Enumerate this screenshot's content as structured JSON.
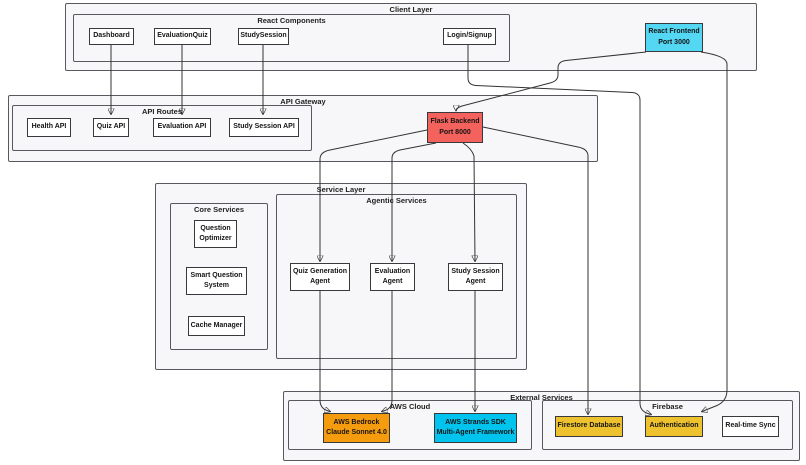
{
  "layers": {
    "client_layer": {
      "label": "Client Layer"
    },
    "react_components": {
      "label": "React Components"
    },
    "api_gateway": {
      "label": "API Gateway"
    },
    "api_routes": {
      "label": "API Routes"
    },
    "service_layer": {
      "label": "Service Layer"
    },
    "core_services": {
      "label": "Core Services"
    },
    "agentic_services": {
      "label": "Agentic Services"
    },
    "external_services": {
      "label": "External Services"
    },
    "aws_cloud": {
      "label": "AWS Cloud"
    },
    "firebase": {
      "label": "Firebase"
    }
  },
  "nodes": {
    "dashboard": {
      "label": "Dashboard"
    },
    "evaluation_quiz": {
      "label": "EvaluationQuiz"
    },
    "study_session": {
      "label": "StudySession"
    },
    "login_signup": {
      "label": "Login/Signup"
    },
    "react_frontend": {
      "line1": "React Frontend",
      "line2": "Port 3000"
    },
    "health_api": {
      "label": "Health API"
    },
    "quiz_api": {
      "label": "Quiz API"
    },
    "evaluation_api": {
      "label": "Evaluation API"
    },
    "study_session_api": {
      "label": "Study Session API"
    },
    "flask_backend": {
      "line1": "Flask Backend",
      "line2": "Port 8000"
    },
    "question_optimizer": {
      "line1": "Question",
      "line2": "Optimizer"
    },
    "smart_question_system": {
      "line1": "Smart Question",
      "line2": "System"
    },
    "cache_manager": {
      "label": "Cache Manager"
    },
    "quiz_generation_agent": {
      "line1": "Quiz Generation",
      "line2": "Agent"
    },
    "evaluation_agent": {
      "line1": "Evaluation",
      "line2": "Agent"
    },
    "study_session_agent": {
      "line1": "Study Session",
      "line2": "Agent"
    },
    "aws_bedrock": {
      "line1": "AWS Bedrock",
      "line2": "Claude Sonnet 4.0"
    },
    "aws_strands": {
      "line1": "AWS Strands SDK",
      "line2": "Multi-Agent Framework"
    },
    "firestore_database": {
      "label": "Firestore Database"
    },
    "authentication": {
      "label": "Authentication"
    },
    "realtime_sync": {
      "label": "Real-time Sync"
    }
  },
  "colors": {
    "react_frontend_fill": "#54d7f2",
    "flask_backend_fill": "#f4625d",
    "aws_bedrock_fill": "#f59b0e",
    "aws_strands_fill": "#00c4ee",
    "firebase_node_fill": "#eec22e",
    "layer_fill": "#f7f7f9",
    "node_border": "#38393d",
    "edge_color": "#333333"
  },
  "edges": [
    {
      "from": "Dashboard",
      "to": "Quiz API"
    },
    {
      "from": "EvaluationQuiz",
      "to": "Evaluation API"
    },
    {
      "from": "StudySession",
      "to": "Study Session API"
    },
    {
      "from": "Login/Signup",
      "to": "Authentication"
    },
    {
      "from": "React Frontend",
      "to": "Flask Backend"
    },
    {
      "from": "React Frontend",
      "to": "Authentication"
    },
    {
      "from": "Flask Backend",
      "to": "Quiz Generation Agent"
    },
    {
      "from": "Flask Backend",
      "to": "Evaluation Agent"
    },
    {
      "from": "Flask Backend",
      "to": "Study Session Agent"
    },
    {
      "from": "Flask Backend",
      "to": "Firestore Database"
    },
    {
      "from": "Quiz Generation Agent",
      "to": "AWS Bedrock"
    },
    {
      "from": "Evaluation Agent",
      "to": "AWS Bedrock"
    },
    {
      "from": "Study Session Agent",
      "to": "AWS Strands SDK"
    }
  ]
}
